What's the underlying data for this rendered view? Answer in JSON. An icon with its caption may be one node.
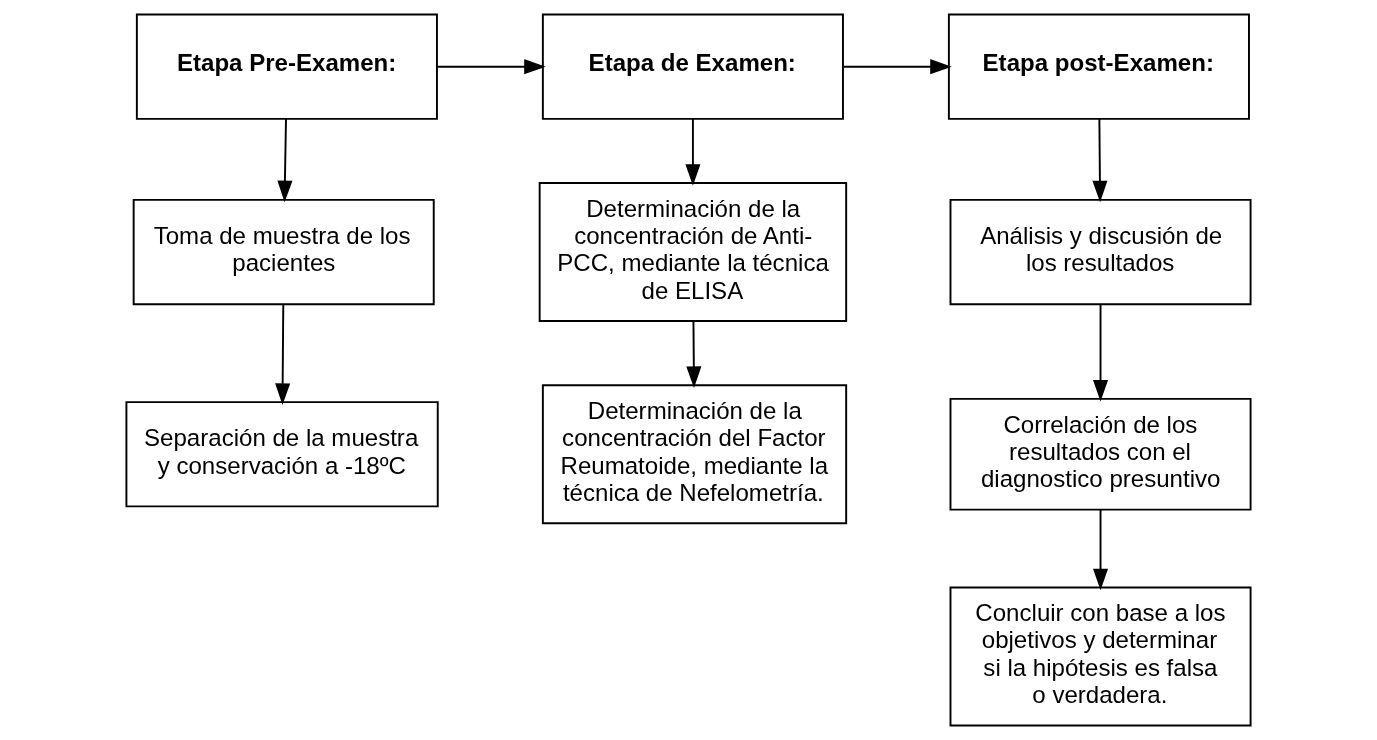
{
  "diagram": {
    "nodes": [
      {
        "text": [
          "Etapa Pre-Examen:"
        ]
      },
      {
        "text": [
          "Toma de muestra de los pacientes"
        ]
      },
      {
        "text": [
          "Separación de la muestra y conservación a -18ºC"
        ]
      },
      {
        "text": [
          "Etapa de Examen:"
        ]
      },
      {
        "text": [
          "Determinación de la concentración de Anti-PCC, mediante la técnica de ELISA"
        ]
      },
      {
        "text": [
          "Determinación de la concentración del Factor Reumatoide, mediante la técnica de Nefelometría."
        ]
      },
      {
        "text": [
          "Etapa post-Examen:"
        ]
      },
      {
        "text": [
          "Análisis y discusión de los resultados"
        ]
      },
      {
        "text": [
          "Correlación de los resultados con el diagnostico presuntivo"
        ]
      },
      {
        "text": [
          "Concluir con base a los objetivos y determinar si la hipótesis es falsa o verdadera."
        ]
      }
    ],
    "edges": [
      {
        "from": 0,
        "to": 3,
        "arrow": "to"
      },
      {
        "from": 3,
        "to": 6,
        "arrow": "to"
      },
      {
        "from": 0,
        "to": 1,
        "arrow": "to"
      },
      {
        "from": 1,
        "to": 2,
        "arrow": "to"
      },
      {
        "from": 3,
        "to": 4,
        "arrow": "to"
      },
      {
        "from": 4,
        "to": 5,
        "arrow": "to"
      },
      {
        "from": 6,
        "to": 7,
        "arrow": "to"
      },
      {
        "from": 7,
        "to": 8,
        "arrow": "to"
      },
      {
        "from": 8,
        "to": 9,
        "arrow": "to"
      }
    ]
  }
}
